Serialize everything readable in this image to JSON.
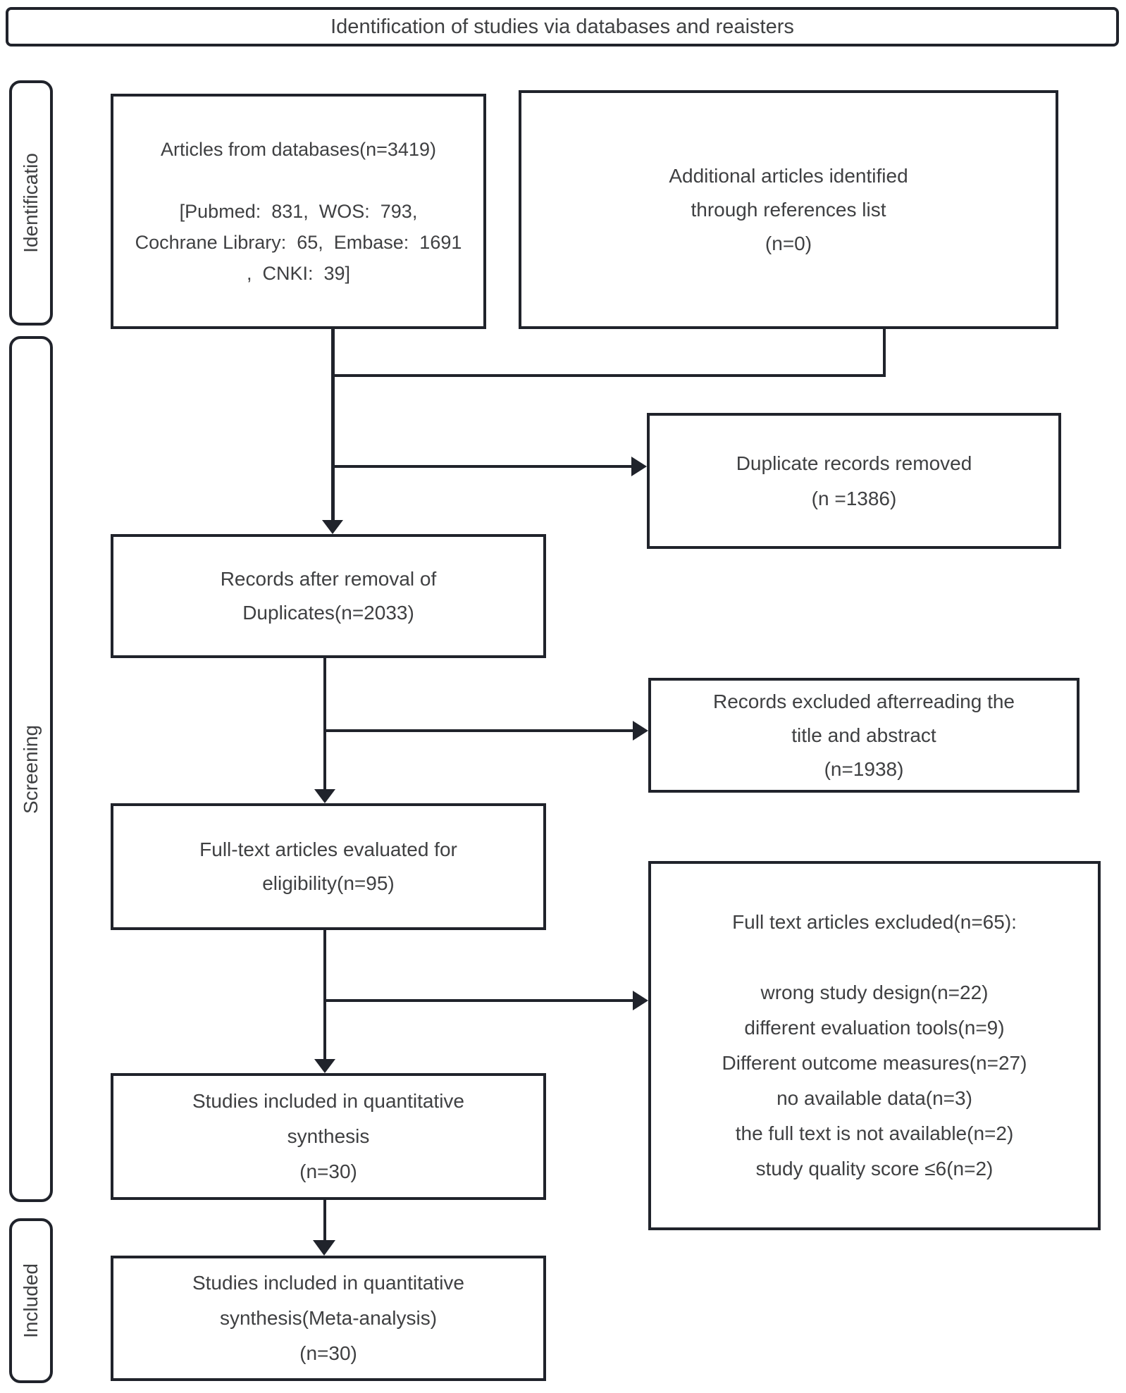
{
  "title": "Identification of studies via databases and reaisters",
  "stages": {
    "identification": {
      "label": "Identificatio"
    },
    "screening": {
      "label": "Screening"
    },
    "included": {
      "label": "Included"
    }
  },
  "boxes": {
    "databases": {
      "text": "Articles from databases(n=3419)\n\n[Pubmed:  831,  WOS:  793,\nCochrane Library:  65,  Embase:  1691\n,  CNKI:  39]"
    },
    "references": {
      "text": "Additional articles identified\nthrough references list\n(n=0)"
    },
    "duplicates_removed": {
      "text": "Duplicate records removed\n(n =1386)"
    },
    "after_duplicates": {
      "text": "Records after removal of\nDuplicates(n=2033)"
    },
    "title_abstract_excluded": {
      "text": "Records excluded afterreading the\ntitle and abstract\n(n=1938)"
    },
    "fulltext_evaluated": {
      "text": "Full-text articles evaluated for\neligibility(n=95)"
    },
    "fulltext_excluded": {
      "text": "Full text articles excluded(n=65):\n\nwrong study design(n=22)\ndifferent evaluation tools(n=9)\nDifferent outcome measures(n=27)\nno available data(n=3)\nthe full text is not available(n=2)\nstudy quality score ≤6(n=2)"
    },
    "quantitative_synthesis": {
      "text": "Studies included in quantitative\nsynthesis\n(n=30)"
    },
    "meta_analysis": {
      "text": "Studies included in quantitative\nsynthesis(Meta-analysis)\n(n=30)"
    }
  },
  "colors": {
    "line": "#20232b",
    "text": "#3f4042",
    "background": "#ffffff"
  }
}
